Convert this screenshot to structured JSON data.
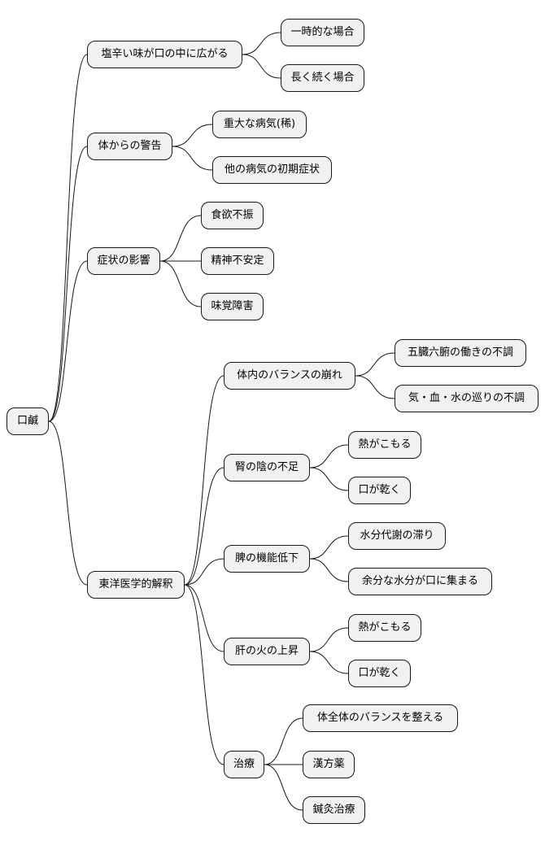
{
  "mindmap": {
    "root": "口鹹",
    "branches": [
      {
        "label": "塩辛い味が口の中に広がる",
        "children": [
          {
            "label": "一時的な場合"
          },
          {
            "label": "長く続く場合"
          }
        ]
      },
      {
        "label": "体からの警告",
        "children": [
          {
            "label": "重大な病気(稀)"
          },
          {
            "label": "他の病気の初期症状"
          }
        ]
      },
      {
        "label": "症状の影響",
        "children": [
          {
            "label": "食欲不振"
          },
          {
            "label": "精神不安定"
          },
          {
            "label": "味覚障害"
          }
        ]
      },
      {
        "label": "東洋医学的解釈",
        "children": [
          {
            "label": "体内のバランスの崩れ",
            "children": [
              {
                "label": "五臓六腑の働きの不調"
              },
              {
                "label": "気・血・水の巡りの不調"
              }
            ]
          },
          {
            "label": "腎の陰の不足",
            "children": [
              {
                "label": "熱がこもる"
              },
              {
                "label": "口が乾く"
              }
            ]
          },
          {
            "label": "脾の機能低下",
            "children": [
              {
                "label": "水分代謝の滞り"
              },
              {
                "label": "余分な水分が口に集まる"
              }
            ]
          },
          {
            "label": "肝の火の上昇",
            "children": [
              {
                "label": "熱がこもる"
              },
              {
                "label": "口が乾く"
              }
            ]
          },
          {
            "label": "治療",
            "children": [
              {
                "label": "体全体のバランスを整える"
              },
              {
                "label": "漢方薬"
              },
              {
                "label": "鍼灸治療"
              }
            ]
          }
        ]
      }
    ]
  }
}
